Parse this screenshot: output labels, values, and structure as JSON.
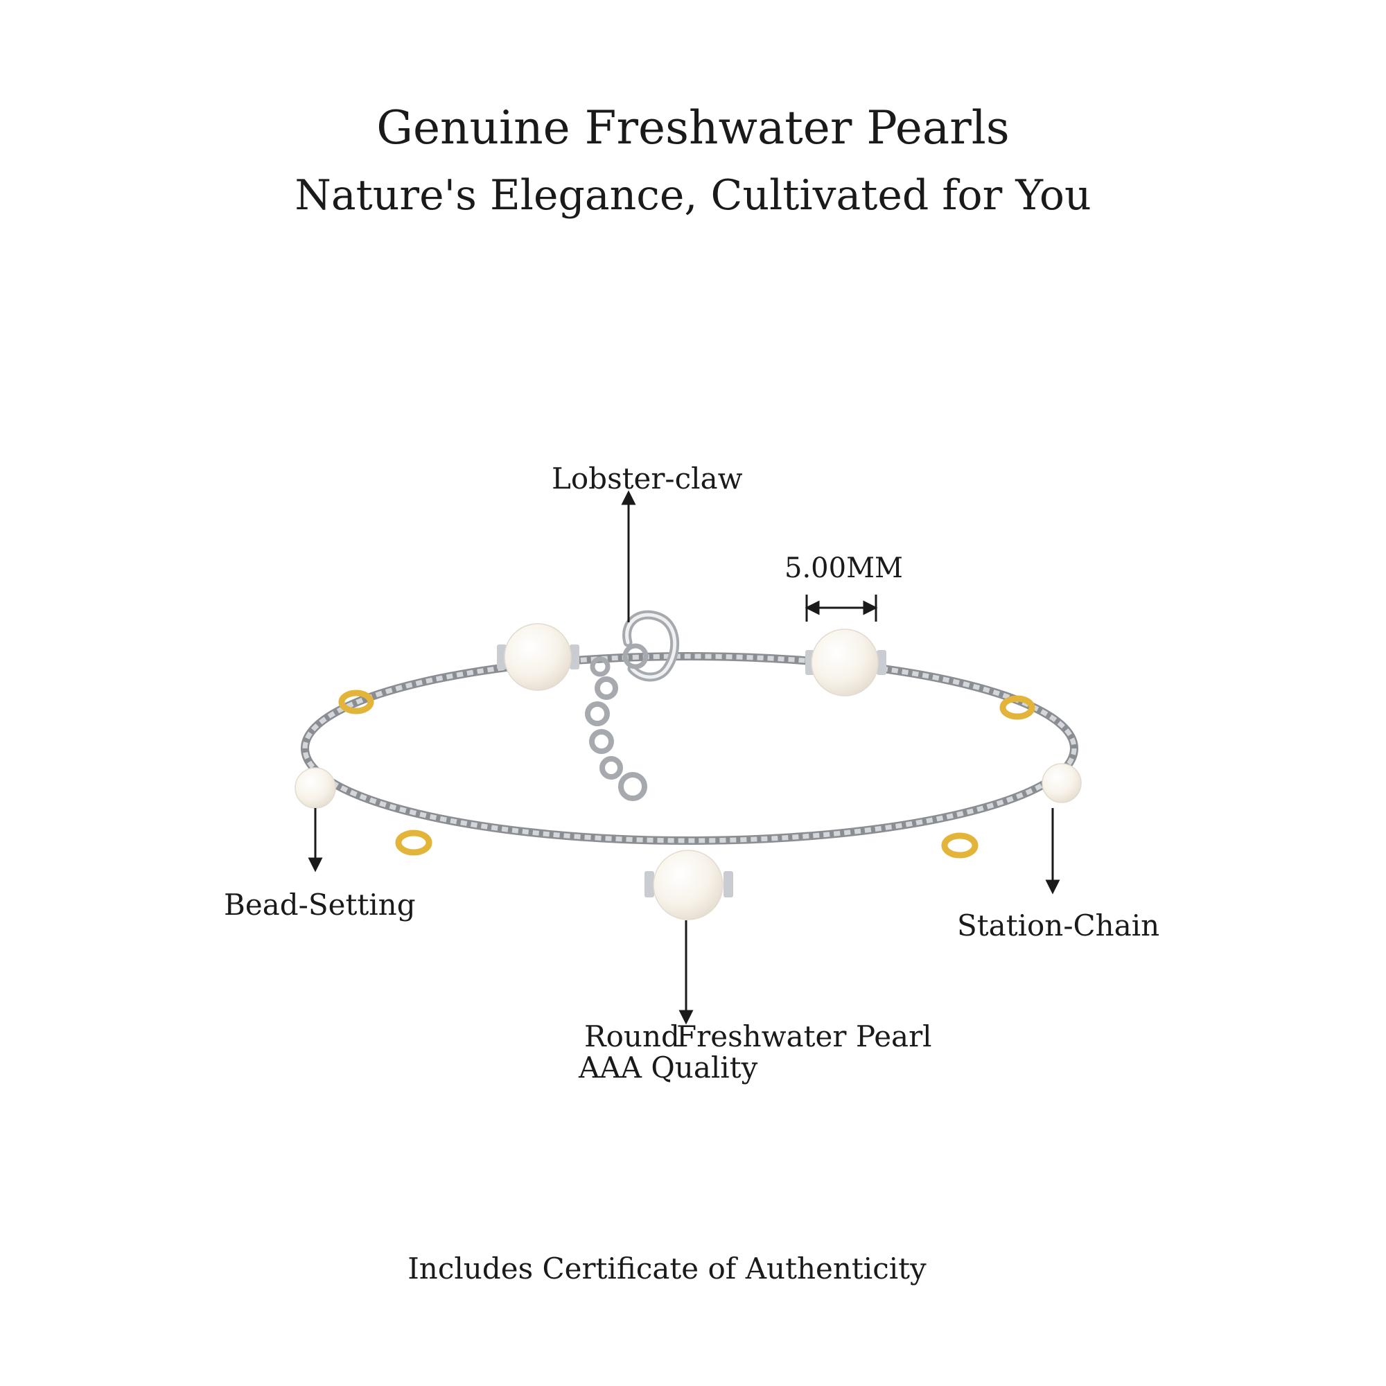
{
  "header": {
    "title": "Genuine Freshwater Pearls",
    "subtitle": "Nature's Elegance, Cultivated for You"
  },
  "callouts": {
    "clasp": "Lobster-claw",
    "pearl_size": "5.00MM",
    "setting": "Bead-Setting",
    "chain": "Station-Chain",
    "pearl_word1": "Round",
    "pearl_word2": "Freshwater Pearl",
    "pearl_quality": "AAA Quality"
  },
  "footer": {
    "text": "Includes Certificate of Authenticity"
  },
  "colors": {
    "silver": "#b9bcc0",
    "silver_dark": "#8a8e93",
    "gold": "#e2b53a",
    "pearl": "#fbf7f0",
    "ink": "#1a1a1a"
  }
}
